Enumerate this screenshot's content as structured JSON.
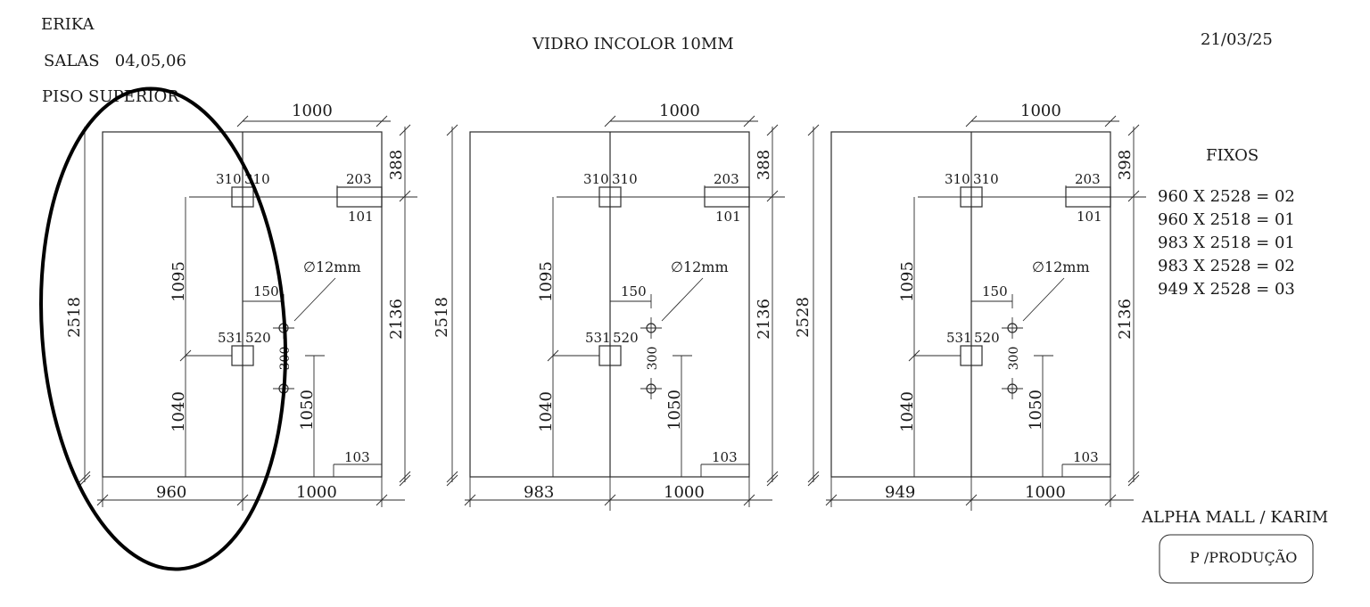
{
  "header": {
    "client": "ERIKA",
    "rooms": "SALAS   04,05,06",
    "floor": "PISO SUPERIOR",
    "material": "VIDRO INCOLOR 10MM",
    "date": "21/03/25"
  },
  "panels": [
    {
      "top_width": "1000",
      "left_height": "2518",
      "top_offset": "388",
      "right_height": "2136",
      "hinge_top": "310",
      "hinge_top_right": "310",
      "lock_top": "203",
      "lock_bottom": "101",
      "upper_height": "1095",
      "hole_dia": "∅12mm",
      "hole_offset": "150",
      "hinge_mid_left": "531",
      "hinge_mid_right": "520",
      "hole_spacing": "300",
      "lower_height": "1040",
      "handle_height": "1050",
      "bottom_notch": "103",
      "bottom_left_width": "960",
      "bottom_right_width": "1000"
    },
    {
      "top_width": "1000",
      "left_height": "2518",
      "top_offset": "388",
      "right_height": "2136",
      "hinge_top": "310",
      "hinge_top_right": "310",
      "lock_top": "203",
      "lock_bottom": "101",
      "upper_height": "1095",
      "hole_dia": "∅12mm",
      "hole_offset": "150",
      "hinge_mid_left": "531",
      "hinge_mid_right": "520",
      "hole_spacing": "300",
      "lower_height": "1040",
      "handle_height": "1050",
      "bottom_notch": "103",
      "bottom_left_width": "983",
      "bottom_right_width": "1000"
    },
    {
      "top_width": "1000",
      "left_height": "2528",
      "top_offset": "398",
      "right_height": "2136",
      "hinge_top": "310",
      "hinge_top_right": "310",
      "lock_top": "203",
      "lock_bottom": "101",
      "upper_height": "1095",
      "hole_dia": "∅12mm",
      "hole_offset": "150",
      "hinge_mid_left": "531",
      "hinge_mid_right": "520",
      "hole_spacing": "300",
      "lower_height": "1040",
      "handle_height": "1050",
      "bottom_notch": "103",
      "bottom_left_width": "949",
      "bottom_right_width": "1000"
    }
  ],
  "fixed_list": {
    "title": "FIXOS",
    "items": [
      "960 X 2528 = 02",
      "960 X 2518 = 01",
      "983 X 2518 = 01",
      "983 X 2528 = 02",
      "949 X 2528 = 03"
    ]
  },
  "footer": {
    "project": "ALPHA MALL / KARIM",
    "stamp": "P /PRODUÇÃO"
  }
}
